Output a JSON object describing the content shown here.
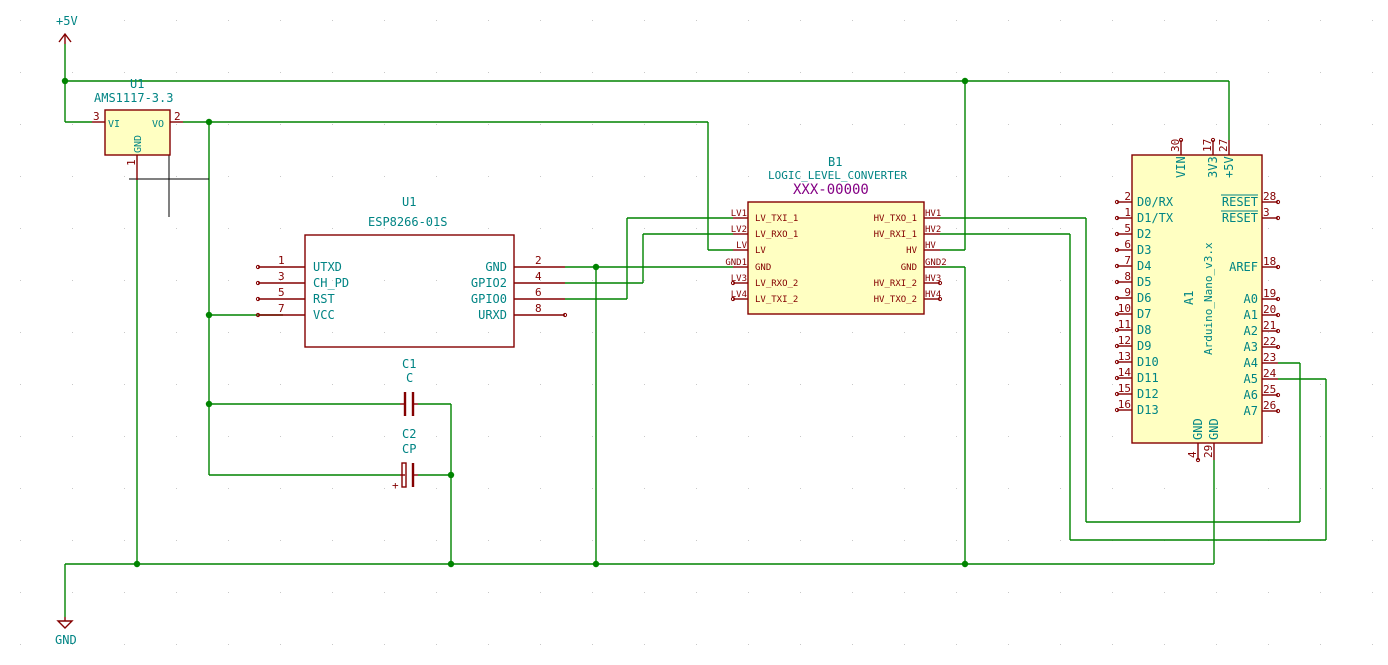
{
  "power": {
    "vcc": "+5V",
    "gnd": "GND"
  },
  "regulator": {
    "ref": "U1",
    "value": "AMS1117-3.3",
    "pins": {
      "vi": "VI",
      "vo": "VO",
      "gnd": "GND",
      "n1": "1",
      "n2": "2",
      "n3": "3"
    }
  },
  "esp": {
    "ref": "U1",
    "value": "ESP8266-01S",
    "left": [
      {
        "num": "1",
        "name": "UTXD"
      },
      {
        "num": "3",
        "name": "CH_PD"
      },
      {
        "num": "5",
        "name": "RST"
      },
      {
        "num": "7",
        "name": "VCC"
      }
    ],
    "right": [
      {
        "num": "2",
        "name": "GND"
      },
      {
        "num": "4",
        "name": "GPIO2"
      },
      {
        "num": "6",
        "name": "GPIO0"
      },
      {
        "num": "8",
        "name": "URXD"
      }
    ]
  },
  "caps": [
    {
      "ref": "C1",
      "value": "C"
    },
    {
      "ref": "C2",
      "value": "CP"
    }
  ],
  "llc": {
    "ref": "B1",
    "value": "LOGIC_LEVEL_CONVERTER",
    "field": "XXX-00000",
    "left": [
      {
        "pin": "LV1",
        "name": "LV_TXI_1"
      },
      {
        "pin": "LV2",
        "name": "LV_RXO_1"
      },
      {
        "pin": "LV",
        "name": "LV"
      },
      {
        "pin": "GND1",
        "name": "GND"
      },
      {
        "pin": "LV3",
        "name": "LV_RXO_2"
      },
      {
        "pin": "LV4",
        "name": "LV_TXI_2"
      }
    ],
    "right": [
      {
        "pin": "HV1",
        "name": "HV_TXO_1"
      },
      {
        "pin": "HV2",
        "name": "HV_RXI_1"
      },
      {
        "pin": "HV",
        "name": "HV"
      },
      {
        "pin": "GND2",
        "name": "GND"
      },
      {
        "pin": "HV3",
        "name": "HV_RXI_2"
      },
      {
        "pin": "HV4",
        "name": "HV_TXO_2"
      }
    ]
  },
  "nano": {
    "ref": "A1",
    "value": "Arduino_Nano_v3.x",
    "top": [
      {
        "num": "30",
        "name": "VIN"
      },
      {
        "num": "17",
        "name": "3V3"
      },
      {
        "num": "27",
        "name": "+5V"
      }
    ],
    "left": [
      {
        "num": "2",
        "name": "D0/RX"
      },
      {
        "num": "1",
        "name": "D1/TX"
      },
      {
        "num": "5",
        "name": "D2"
      },
      {
        "num": "6",
        "name": "D3"
      },
      {
        "num": "7",
        "name": "D4"
      },
      {
        "num": "8",
        "name": "D5"
      },
      {
        "num": "9",
        "name": "D6"
      },
      {
        "num": "10",
        "name": "D7"
      },
      {
        "num": "11",
        "name": "D8"
      },
      {
        "num": "12",
        "name": "D9"
      },
      {
        "num": "13",
        "name": "D10"
      },
      {
        "num": "14",
        "name": "D11"
      },
      {
        "num": "15",
        "name": "D12"
      },
      {
        "num": "16",
        "name": "D13"
      }
    ],
    "right": [
      {
        "num": "28",
        "name": "RESET"
      },
      {
        "num": "3",
        "name": "RESET"
      },
      {
        "num": "18",
        "name": "AREF"
      },
      {
        "num": "19",
        "name": "A0"
      },
      {
        "num": "20",
        "name": "A1"
      },
      {
        "num": "21",
        "name": "A2"
      },
      {
        "num": "22",
        "name": "A3"
      },
      {
        "num": "23",
        "name": "A4"
      },
      {
        "num": "24",
        "name": "A5"
      },
      {
        "num": "25",
        "name": "A6"
      },
      {
        "num": "26",
        "name": "A7"
      }
    ],
    "bottom": [
      {
        "num": "4",
        "name": "GND"
      },
      {
        "num": "29",
        "name": "GND"
      }
    ]
  }
}
